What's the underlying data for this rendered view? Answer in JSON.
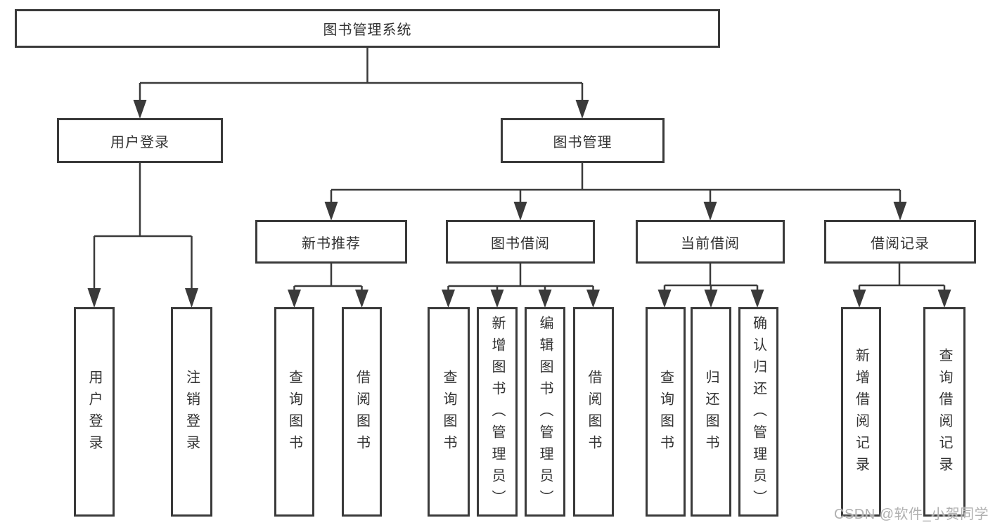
{
  "tree": {
    "root": {
      "label": "图书管理系统"
    },
    "branches": [
      {
        "label": "用户登录",
        "leaves": [
          "用户登录",
          "注销登录"
        ]
      },
      {
        "label": "图书管理",
        "children": [
          {
            "label": "新书推荐",
            "leaves": [
              "查询图书",
              "借阅图书"
            ]
          },
          {
            "label": "图书借阅",
            "leaves": [
              "查询图书",
              "新增图书（管理员）",
              "编辑图书（管理员）",
              "借阅图书"
            ]
          },
          {
            "label": "当前借阅",
            "leaves": [
              "查询图书",
              "归还图书",
              "确认归还（管理员）"
            ]
          },
          {
            "label": "借阅记录",
            "leaves": [
              "新增借阅记录",
              "查询借阅记录"
            ]
          }
        ]
      }
    ]
  },
  "watermark": "CSDN @软件_小贺同学",
  "colors": {
    "line": "#3a3a3a",
    "box_border": "#3a3a3a",
    "text": "#333333",
    "background": "#ffffff",
    "watermark": "#b0b0b0"
  }
}
